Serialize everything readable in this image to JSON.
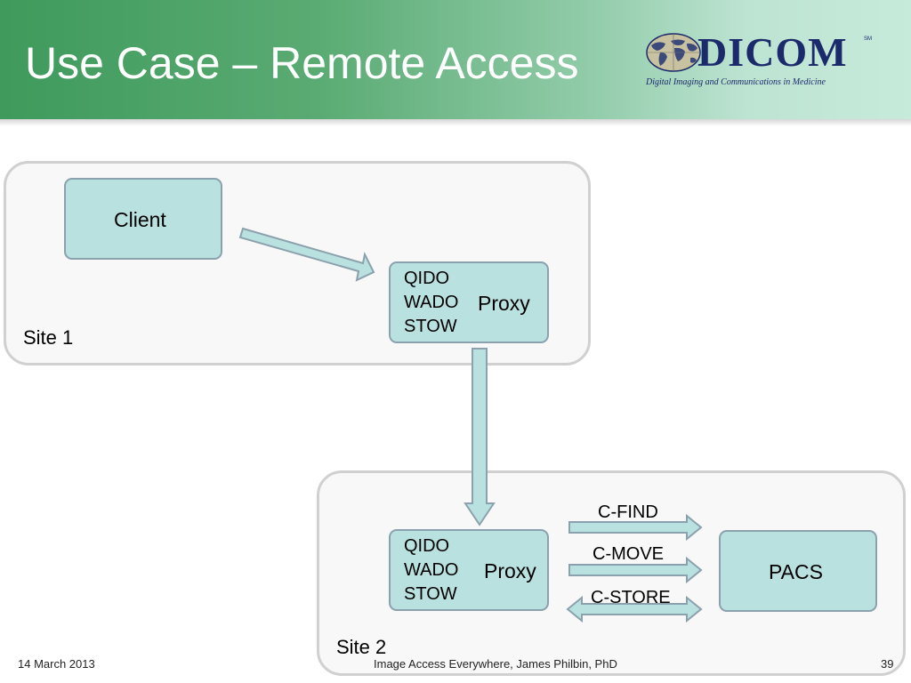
{
  "title": "Use Case – Remote Access",
  "logo": {
    "wordmark": "DICOM",
    "service_mark": "SM",
    "tagline": "Digital Imaging and Communications in Medicine",
    "icon": "globe-icon"
  },
  "site1": {
    "label": "Site 1",
    "client": "Client",
    "proxy": {
      "protocols": "QIDO\nWADO\nSTOW",
      "label": "Proxy"
    }
  },
  "site2": {
    "label": "Site 2",
    "proxy": {
      "protocols": "QIDO\nWADO\nSTOW",
      "label": "Proxy"
    },
    "pacs": "PACS",
    "messages": [
      "C-FIND",
      "C-MOVE",
      "C-STORE"
    ]
  },
  "footer": {
    "date": "14 March 2013",
    "center": "Image Access Everywhere, James Philbin, PhD",
    "page": "39"
  },
  "colors": {
    "box_fill": "#b9e1df",
    "box_border": "#8ba1ad",
    "header_start": "#3f9a5c",
    "header_end": "#c7ebdb"
  }
}
